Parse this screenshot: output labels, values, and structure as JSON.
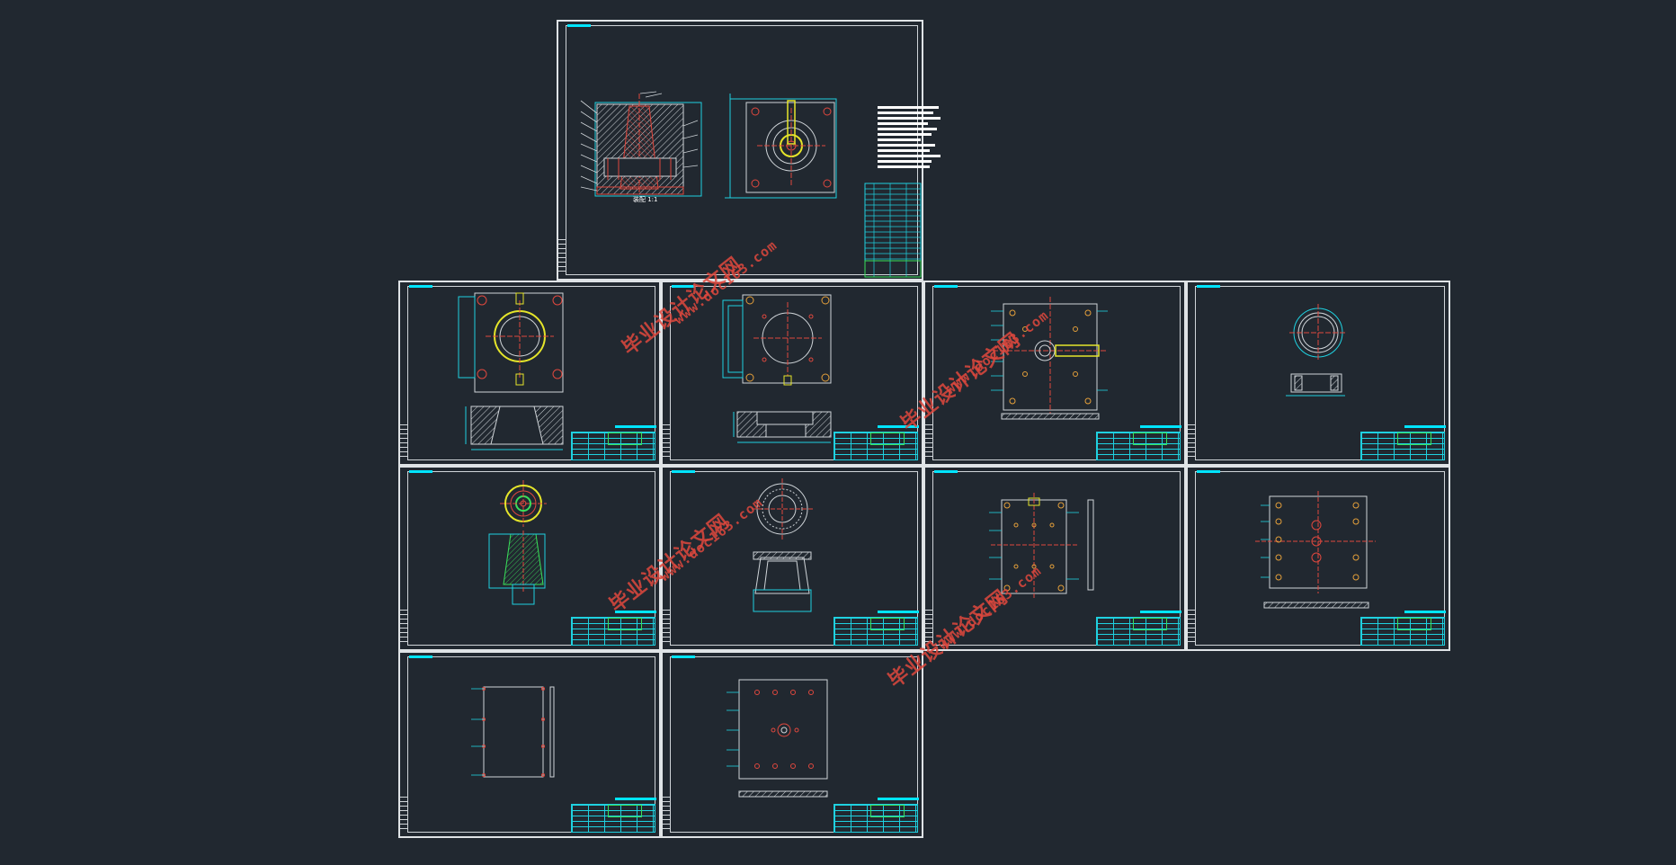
{
  "canvas": {
    "background": "#212830"
  },
  "colors": {
    "frame": "#dfe3e6",
    "cyan": "#1fd1e0",
    "red": "#e0483e",
    "yellow": "#e5e52a",
    "green": "#39e05a",
    "white": "#ffffff"
  },
  "watermarks": [
    {
      "text": "毕业设计论文网",
      "url": "www.doc163.com"
    },
    {
      "text": "毕业设计论文网",
      "url": "www.doc163.com"
    },
    {
      "text": "毕业设计论文网",
      "url": "www.doc163.com"
    },
    {
      "text": "毕业设计论文网",
      "url": "www.doc163.com"
    }
  ],
  "assembly_label": "装配 1:1",
  "sheets": [
    {
      "id": "assembly-sheet",
      "kind": "assembly"
    },
    {
      "id": "sheet-r1c1",
      "kind": "plate"
    },
    {
      "id": "sheet-r1c2",
      "kind": "plate"
    },
    {
      "id": "sheet-r1c3",
      "kind": "plate"
    },
    {
      "id": "sheet-r1c4",
      "kind": "ring"
    },
    {
      "id": "sheet-r2c1",
      "kind": "core"
    },
    {
      "id": "sheet-r2c2",
      "kind": "cavity"
    },
    {
      "id": "sheet-r2c3",
      "kind": "plate"
    },
    {
      "id": "sheet-r2c4",
      "kind": "plate"
    },
    {
      "id": "sheet-r3c1",
      "kind": "plate"
    },
    {
      "id": "sheet-r3c2",
      "kind": "plate"
    }
  ]
}
